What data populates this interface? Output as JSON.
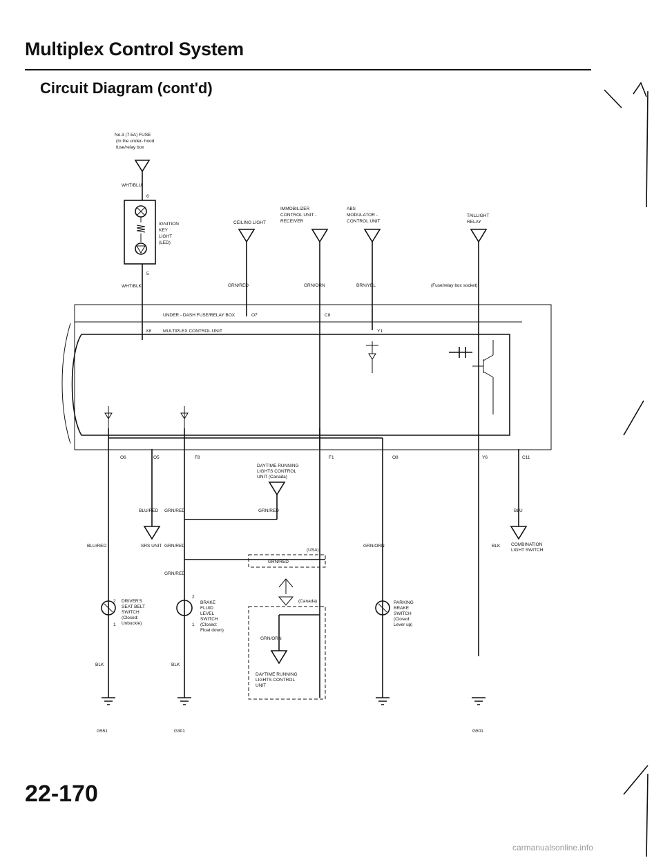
{
  "header": {
    "title": "Multiplex Control System",
    "subtitle": "Circuit Diagram (cont'd)"
  },
  "page_number": "22-170",
  "watermark": "carmanualsonline.info",
  "labels": {
    "fuse": [
      "No.3 (7.5A) FUSE",
      "(In the under- hood",
      "fuse/relay box"
    ],
    "wht_blu": "WHT/BLU",
    "pin6": "6",
    "pin5": "5",
    "ign_key_light": [
      "IGNITION",
      "KEY",
      "LIGHT",
      "(LED)"
    ],
    "wht_blk": "WHT/BLK",
    "ceiling_light": "CEILING LIGHT",
    "immobilizer": [
      "IMMOBILIZER",
      "CONTROL UNIT -",
      "RECEIVER"
    ],
    "abs": [
      "ABS",
      "MODULATOR -",
      "CONTROL UNIT"
    ],
    "taillight": [
      "TAILLIGHT",
      "RELAY"
    ],
    "grn_red": "GRN/RED",
    "grn_orn": "GRN/ORN",
    "brn_yel": "BRN/YEL",
    "fuse_relay_socket": "(Fuse/relay box socket)",
    "under_dash": "UNDER - DASH FUSE/RELAY BOX",
    "mux_unit": "MULTIPLEX CONTROL UNIT",
    "conn_o7": "O7",
    "conn_c8": "C8",
    "conn_x8": "X8",
    "conn_y1": "Y1",
    "conn_y6": "Y6",
    "conn_o6": "O6",
    "conn_o5": "O5",
    "conn_f8": "F8",
    "conn_f1": "F1",
    "conn_o8": "O8",
    "conn_c11": "C11",
    "drl_unit_canada": [
      "DAYTIME RUNNING",
      "LIGHTS CONTROL",
      "UNIT (Canada)"
    ],
    "blu_red": "BLU/RED",
    "srs_unit": "SRS UNIT",
    "blu": "BLU",
    "blk": "BLK",
    "combination_switch": [
      "COMBINATION",
      "LIGHT SWITCH"
    ],
    "usa": "(USA)",
    "canada": "(Canada)",
    "drivers_seat_belt": [
      "DRIVER'S",
      "SEAT BELT",
      "SWITCH",
      "(Closed:",
      "Unbuckle)"
    ],
    "brake_fluid": [
      "BRAKE",
      "FLUID",
      "LEVEL",
      "SWITCH",
      "(Closed:",
      "Float down)"
    ],
    "parking_brake": [
      "PARKING",
      "BRAKE",
      "SWITCH",
      "(Closed:",
      "Lever up)"
    ],
    "drl_unit": [
      "DAYTIME RUNNING",
      "LIGHTS CONTROL",
      "UNIT"
    ],
    "g551": "G551",
    "g301": "G301",
    "g501": "G501",
    "pin1": "1",
    "pin2": "2"
  }
}
